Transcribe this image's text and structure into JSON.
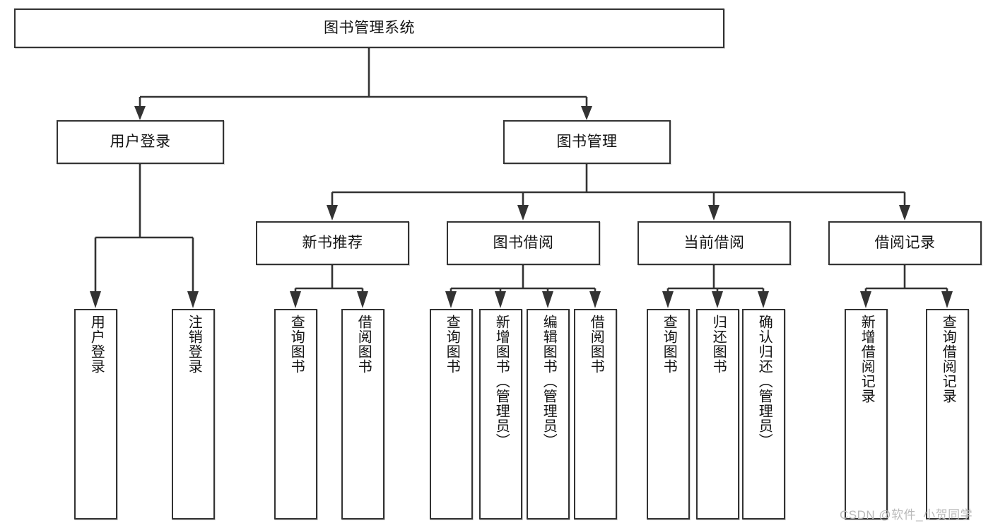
{
  "diagram": {
    "type": "tree-structure-chart",
    "root": {
      "label": "图书管理系统"
    },
    "level2": [
      {
        "label": "用户登录"
      },
      {
        "label": "图书管理"
      }
    ],
    "level3": [
      {
        "label": "新书推荐"
      },
      {
        "label": "图书借阅"
      },
      {
        "label": "当前借阅"
      },
      {
        "label": "借阅记录"
      }
    ],
    "leaves": {
      "user_login": [
        {
          "label": "用户登录"
        },
        {
          "label": "注销登录"
        }
      ],
      "new_book_recommend": [
        {
          "label": "查询图书"
        },
        {
          "label": "借阅图书"
        }
      ],
      "book_borrow": [
        {
          "label": "查询图书"
        },
        {
          "label": "新增图书（管理员）"
        },
        {
          "label": "编辑图书（管理员）"
        },
        {
          "label": "借阅图书"
        }
      ],
      "current_borrow": [
        {
          "label": "查询图书"
        },
        {
          "label": "归还图书"
        },
        {
          "label": "确认归还（管理员）"
        }
      ],
      "borrow_record": [
        {
          "label": "新增借阅记录"
        },
        {
          "label": "查询借阅记录"
        }
      ]
    }
  },
  "watermark": {
    "text": "CSDN @软件_小贺同学"
  },
  "colors": {
    "border": "#333333",
    "text": "#141414",
    "background": "#ffffff",
    "watermark": "#b9b9b9"
  }
}
